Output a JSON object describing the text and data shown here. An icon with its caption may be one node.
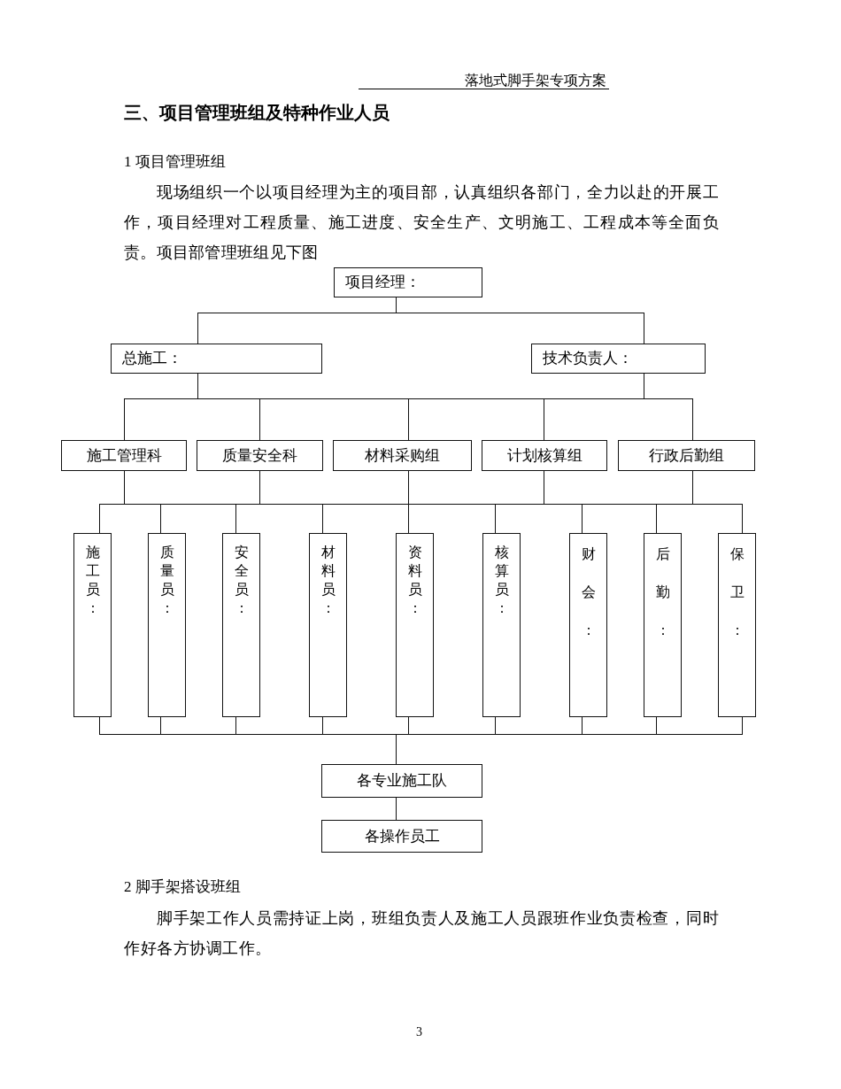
{
  "diagram": {
    "title": "三、项目管理班组及特种作业人员",
    "nodes": [
      {
        "text": [
          "项目经理："
        ]
      },
      {
        "text": [
          "总施工："
        ]
      },
      {
        "text": [
          "技术负责人："
        ]
      },
      {
        "text": [
          "施工管理科"
        ]
      },
      {
        "text": [
          "质量安全科"
        ]
      },
      {
        "text": [
          "材料采购组"
        ]
      },
      {
        "text": [
          "计划核算组"
        ]
      },
      {
        "text": [
          "行政后勤组"
        ]
      },
      {
        "text": [
          "施工员："
        ]
      },
      {
        "text": [
          "质量员："
        ]
      },
      {
        "text": [
          "安全员："
        ]
      },
      {
        "text": [
          "材料员："
        ]
      },
      {
        "text": [
          "资料员："
        ]
      },
      {
        "text": [
          "核算员："
        ]
      },
      {
        "text": [
          "财会："
        ]
      },
      {
        "text": [
          "后勤："
        ]
      },
      {
        "text": [
          "保卫："
        ]
      },
      {
        "text": [
          "各专业施工队"
        ]
      },
      {
        "text": [
          "各操作员工"
        ]
      }
    ],
    "edges": [
      {
        "from": 0,
        "to": 1,
        "arrow": "none"
      },
      {
        "from": 0,
        "to": 2,
        "arrow": "none"
      },
      {
        "from": 1,
        "to": 3,
        "arrow": "none"
      },
      {
        "from": 1,
        "to": 4,
        "arrow": "none"
      },
      {
        "from": 1,
        "to": 5,
        "arrow": "none"
      },
      {
        "from": 1,
        "to": 6,
        "arrow": "none"
      },
      {
        "from": 1,
        "to": 7,
        "arrow": "none"
      },
      {
        "from": 2,
        "to": 3,
        "arrow": "none"
      },
      {
        "from": 2,
        "to": 4,
        "arrow": "none"
      },
      {
        "from": 2,
        "to": 5,
        "arrow": "none"
      },
      {
        "from": 2,
        "to": 6,
        "arrow": "none"
      },
      {
        "from": 2,
        "to": 7,
        "arrow": "none"
      },
      {
        "from": 3,
        "to": 8,
        "arrow": "none"
      },
      {
        "from": 3,
        "to": 9,
        "arrow": "none"
      },
      {
        "from": 3,
        "to": 10,
        "arrow": "none"
      },
      {
        "from": 3,
        "to": 11,
        "arrow": "none"
      },
      {
        "from": 3,
        "to": 12,
        "arrow": "none"
      },
      {
        "from": 3,
        "to": 13,
        "arrow": "none"
      },
      {
        "from": 3,
        "to": 14,
        "arrow": "none"
      },
      {
        "from": 3,
        "to": 15,
        "arrow": "none"
      },
      {
        "from": 3,
        "to": 16,
        "arrow": "none"
      },
      {
        "from": 4,
        "to": 8,
        "arrow": "none"
      },
      {
        "from": 4,
        "to": 9,
        "arrow": "none"
      },
      {
        "from": 4,
        "to": 10,
        "arrow": "none"
      },
      {
        "from": 4,
        "to": 11,
        "arrow": "none"
      },
      {
        "from": 4,
        "to": 12,
        "arrow": "none"
      },
      {
        "from": 4,
        "to": 13,
        "arrow": "none"
      },
      {
        "from": 4,
        "to": 14,
        "arrow": "none"
      },
      {
        "from": 4,
        "to": 15,
        "arrow": "none"
      },
      {
        "from": 4,
        "to": 16,
        "arrow": "none"
      },
      {
        "from": 5,
        "to": 8,
        "arrow": "none"
      },
      {
        "from": 5,
        "to": 9,
        "arrow": "none"
      },
      {
        "from": 5,
        "to": 10,
        "arrow": "none"
      },
      {
        "from": 5,
        "to": 11,
        "arrow": "none"
      },
      {
        "from": 5,
        "to": 12,
        "arrow": "none"
      },
      {
        "from": 5,
        "to": 13,
        "arrow": "none"
      },
      {
        "from": 5,
        "to": 14,
        "arrow": "none"
      },
      {
        "from": 5,
        "to": 15,
        "arrow": "none"
      },
      {
        "from": 5,
        "to": 16,
        "arrow": "none"
      },
      {
        "from": 6,
        "to": 8,
        "arrow": "none"
      },
      {
        "from": 6,
        "to": 9,
        "arrow": "none"
      },
      {
        "from": 6,
        "to": 10,
        "arrow": "none"
      },
      {
        "from": 6,
        "to": 11,
        "arrow": "none"
      },
      {
        "from": 6,
        "to": 12,
        "arrow": "none"
      },
      {
        "from": 6,
        "to": 13,
        "arrow": "none"
      },
      {
        "from": 6,
        "to": 14,
        "arrow": "none"
      },
      {
        "from": 6,
        "to": 15,
        "arrow": "none"
      },
      {
        "from": 6,
        "to": 16,
        "arrow": "none"
      },
      {
        "from": 7,
        "to": 8,
        "arrow": "none"
      },
      {
        "from": 7,
        "to": 9,
        "arrow": "none"
      },
      {
        "from": 7,
        "to": 10,
        "arrow": "none"
      },
      {
        "from": 7,
        "to": 11,
        "arrow": "none"
      },
      {
        "from": 7,
        "to": 12,
        "arrow": "none"
      },
      {
        "from": 7,
        "to": 13,
        "arrow": "none"
      },
      {
        "from": 7,
        "to": 14,
        "arrow": "none"
      },
      {
        "from": 7,
        "to": 15,
        "arrow": "none"
      },
      {
        "from": 7,
        "to": 16,
        "arrow": "none"
      },
      {
        "from": 8,
        "to": 17,
        "arrow": "none"
      },
      {
        "from": 9,
        "to": 17,
        "arrow": "none"
      },
      {
        "from": 10,
        "to": 17,
        "arrow": "none"
      },
      {
        "from": 11,
        "to": 17,
        "arrow": "none"
      },
      {
        "from": 12,
        "to": 17,
        "arrow": "none"
      },
      {
        "from": 13,
        "to": 17,
        "arrow": "none"
      },
      {
        "from": 14,
        "to": 17,
        "arrow": "none"
      },
      {
        "from": 15,
        "to": 17,
        "arrow": "none"
      },
      {
        "from": 16,
        "to": 17,
        "arrow": "none"
      },
      {
        "from": 17,
        "to": 18,
        "arrow": "none"
      }
    ],
    "labels": [
      "落地式脚手架专项方案",
      "1 项目管理班组",
      "现场组织一个以项目经理为主的项目部，认真组织各部门，全力以赴的开展工作，项目经理对工程质量、施工进度、安全生产、文明施工、工程成本等全面负责。项目部管理班组见下图",
      "2 脚手架搭设班组",
      "脚手架工作人员需持证上岗，班组负责人及施工人员跟班作业负责检查，同时作好各方协调工作。",
      "3"
    ]
  }
}
